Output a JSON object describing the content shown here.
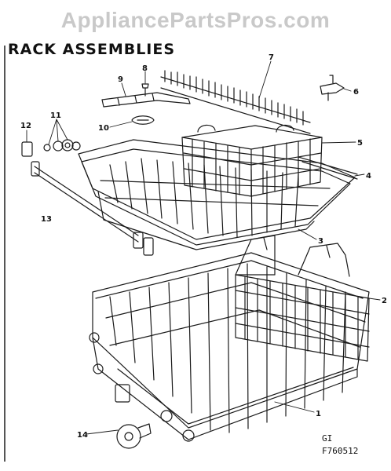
{
  "watermark": "AppliancePartsPros.com",
  "title": "RACK ASSEMBLIES",
  "callouts": {
    "c1": "1",
    "c2": "2",
    "c3": "3",
    "c4": "4",
    "c5": "5",
    "c6": "6",
    "c7": "7",
    "c8": "8",
    "c9": "9",
    "c10": "10",
    "c11": "11",
    "c12": "12",
    "c13": "13",
    "c14": "14"
  },
  "codes": {
    "gi": "GI",
    "figure": "F760512"
  }
}
